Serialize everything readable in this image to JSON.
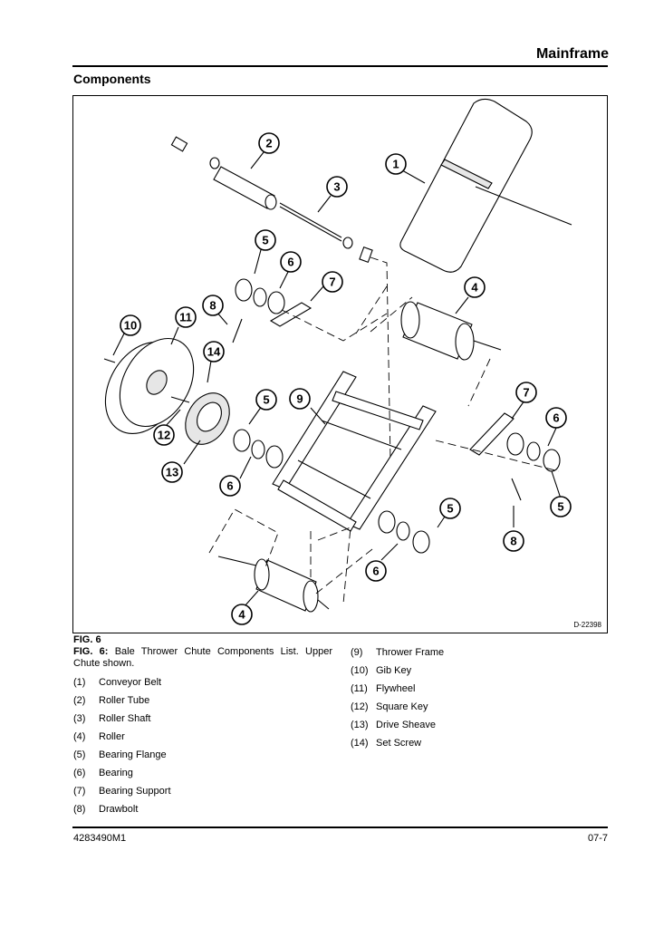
{
  "header": {
    "section_title": "Mainframe",
    "heading": "Components"
  },
  "figure": {
    "drawing_id": "D-22398",
    "callouts": [
      "1",
      "2",
      "3",
      "4",
      "4",
      "5",
      "5",
      "5",
      "5",
      "6",
      "6",
      "6",
      "6",
      "7",
      "7",
      "8",
      "8",
      "9",
      "10",
      "11",
      "12",
      "13",
      "14"
    ]
  },
  "caption": {
    "fig_label": "FIG. 6",
    "prefix": "FIG. 6:",
    "text": " Bale Thrower Chute Components List. Upper Chute shown."
  },
  "parts_left": [
    {
      "num": "(1)",
      "name": "Conveyor Belt"
    },
    {
      "num": "(2)",
      "name": "Roller Tube"
    },
    {
      "num": "(3)",
      "name": "Roller Shaft"
    },
    {
      "num": "(4)",
      "name": "Roller"
    },
    {
      "num": "(5)",
      "name": "Bearing Flange"
    },
    {
      "num": "(6)",
      "name": "Bearing"
    },
    {
      "num": "(7)",
      "name": "Bearing Support"
    },
    {
      "num": "(8)",
      "name": "Drawbolt"
    }
  ],
  "parts_right": [
    {
      "num": "(9)",
      "name": "Thrower Frame"
    },
    {
      "num": "(10)",
      "name": "Gib Key"
    },
    {
      "num": "(11)",
      "name": "Flywheel"
    },
    {
      "num": "(12)",
      "name": "Square Key"
    },
    {
      "num": "(13)",
      "name": "Drive Sheave"
    },
    {
      "num": "(14)",
      "name": "Set Screw"
    }
  ],
  "footer": {
    "part_number": "4283490M1",
    "page": "07-7"
  }
}
